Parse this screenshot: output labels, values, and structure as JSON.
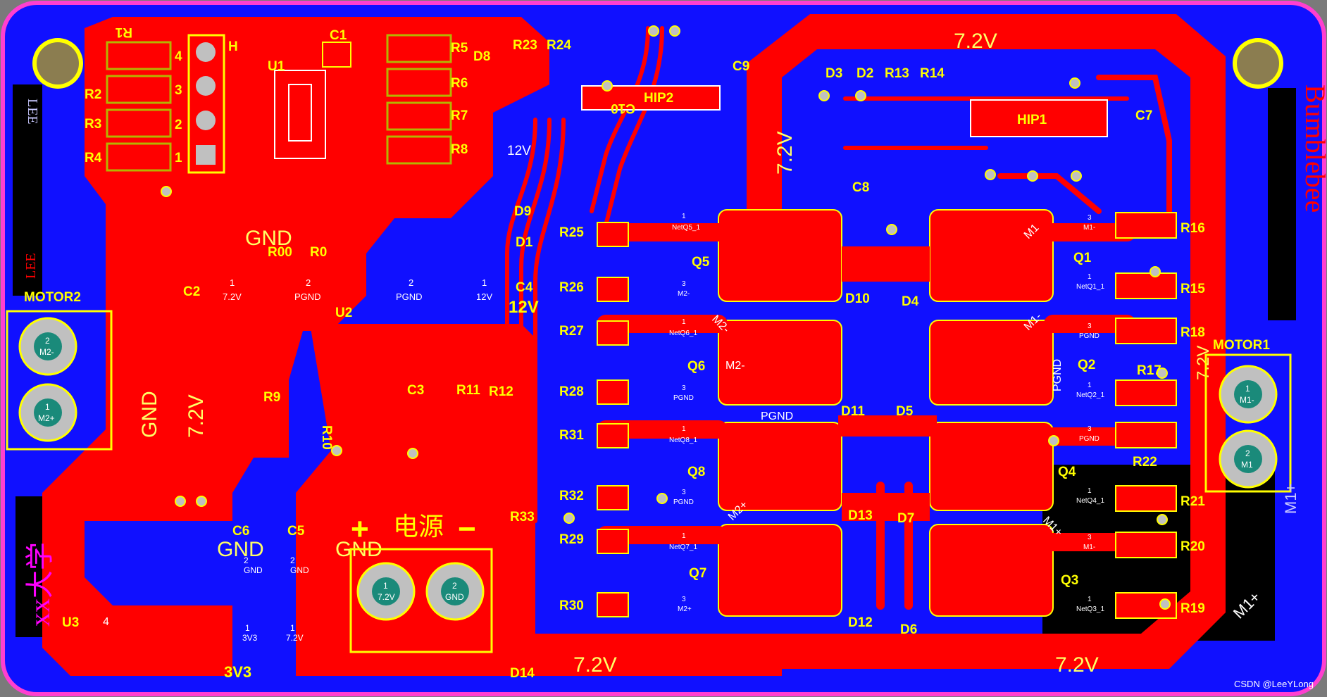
{
  "colors": {
    "background": "#7a7a7a",
    "outline": "#ff3fd0",
    "bottom_copper": "#1010ff",
    "top_copper": "#ff0000",
    "silkscreen": "#ffff00",
    "mount_hole": "#8b7d50",
    "black_area": "#000000",
    "bottom_text": "#c8c8ff"
  },
  "icons": {
    "mount_hole": "mount-hole-icon",
    "via": "via-icon",
    "terminal_pad": "screw-terminal-icon"
  },
  "labels": {
    "net_7v2": "7.2V",
    "net_12v": "12V",
    "gnd": "GND",
    "pgnd": "PGND",
    "supply_3v3": "3V3",
    "power_source": "电源",
    "plus": "+",
    "minus": "−",
    "university": "xx大学",
    "bumblebee": "Bumblebee",
    "lee": "LEE",
    "watermark": "CSDN @LeeYLong"
  },
  "connector_h": {
    "ref": "H",
    "pins": [
      "4",
      "3",
      "2",
      "1"
    ]
  },
  "motor1": {
    "ref": "MOTOR1",
    "pins": [
      {
        "num": "1",
        "net": "M1-"
      },
      {
        "num": "2",
        "net": "M1"
      }
    ],
    "net_side": "M1+"
  },
  "motor2": {
    "ref": "MOTOR2",
    "pins": [
      {
        "num": "2",
        "net": "M2-"
      },
      {
        "num": "1",
        "net": "M2+"
      }
    ]
  },
  "power_terminal": {
    "pins": [
      {
        "num": "1",
        "net": "7.2V"
      },
      {
        "num": "2",
        "net": "GND"
      }
    ]
  },
  "ics": {
    "u1": "U1",
    "u2": "U2",
    "u3": "U3",
    "hip1": "HIP1",
    "hip2": "HIP2"
  },
  "pad_texts": {
    "c2_pad1": "1",
    "c2_net1": "7.2V",
    "c2_pad2": "2",
    "c2_net2": "PGND",
    "c4_pad1": "2",
    "c4_net1": "PGND",
    "c4_pad2": "1",
    "c4_net2": "12V",
    "u3_pad": "4",
    "c6_pad": "2",
    "c6_net": "GND",
    "c5_pad": "2",
    "c5_net": "GND",
    "v3_pad": "1",
    "v3_net": "3V3",
    "v72_pad": "1",
    "v72_net": "7.2V"
  },
  "mosfet_pads": [
    {
      "num": "3",
      "net": "M1-",
      "pad1": "1",
      "net1": "NetQ1_1"
    },
    {
      "num": "3",
      "net": "PGND",
      "pad1": "1",
      "net1": "NetQ2_1"
    },
    {
      "num": "3",
      "net": "PGND",
      "pad1": "1",
      "net1": "NetQ4_1"
    },
    {
      "num": "3",
      "net": "M1-",
      "pad1": "1",
      "net1": "NetQ3_1"
    },
    {
      "num": "1",
      "net": "NetQ5_1",
      "pad3": "3",
      "net3": "M2-"
    },
    {
      "num": "1",
      "net": "NetQ6_1",
      "pad3": "3",
      "net3": "PGND"
    },
    {
      "num": "1",
      "net": "NetQ8_1",
      "pad3": "3",
      "net3": "PGND"
    },
    {
      "num": "1",
      "net": "NetQ7_1",
      "pad3": "3",
      "net3": "M2+"
    }
  ],
  "refs": {
    "r1": "R1",
    "r2": "R2",
    "r3": "R3",
    "r4": "R4",
    "r5": "R5",
    "r6": "R6",
    "r7": "R7",
    "r8": "R8",
    "r9": "R9",
    "r10": "R10",
    "r11": "R11",
    "r12": "R12",
    "r13": "R13",
    "r14": "R14",
    "r15": "R15",
    "r16": "R16",
    "r17": "R17",
    "r18": "R18",
    "r19": "R19",
    "r20": "R20",
    "r21": "R21",
    "r22": "R22",
    "r23": "R23",
    "r24": "R24",
    "r25": "R25",
    "r26": "R26",
    "r27": "R27",
    "r28": "R28",
    "r29": "R29",
    "r30": "R30",
    "r31": "R31",
    "r32": "R32",
    "r33": "R33",
    "r00": "R00",
    "r0": "R0",
    "c1": "C1",
    "c2": "C2",
    "c3": "C3",
    "c4": "C4",
    "c5": "C5",
    "c6": "C6",
    "c7": "C7",
    "c8": "C8",
    "c9": "C9",
    "c10": "C10",
    "d1": "D1",
    "d2": "D2",
    "d3": "D3",
    "d4": "D4",
    "d5": "D5",
    "d6": "D6",
    "d7": "D7",
    "d8": "D8",
    "d9": "D9",
    "d10": "D10",
    "d11": "D11",
    "d12": "D12",
    "d13": "D13",
    "d14": "D14",
    "q1": "Q1",
    "q2": "Q2",
    "q3": "Q3",
    "q4": "Q4",
    "q5": "Q5",
    "q6": "Q6",
    "q7": "Q7",
    "q8": "Q8"
  },
  "mosfet_net_labels": {
    "m1_top_right": "M1",
    "m1_mid_right": "M1-",
    "m1_lower_right": "M1+",
    "m2_top_left": "M2-",
    "m2_mid_left": "M2-",
    "m2_lower_left": "M2+",
    "pgnd_center": "PGND",
    "pgnd_right": "PGND"
  }
}
